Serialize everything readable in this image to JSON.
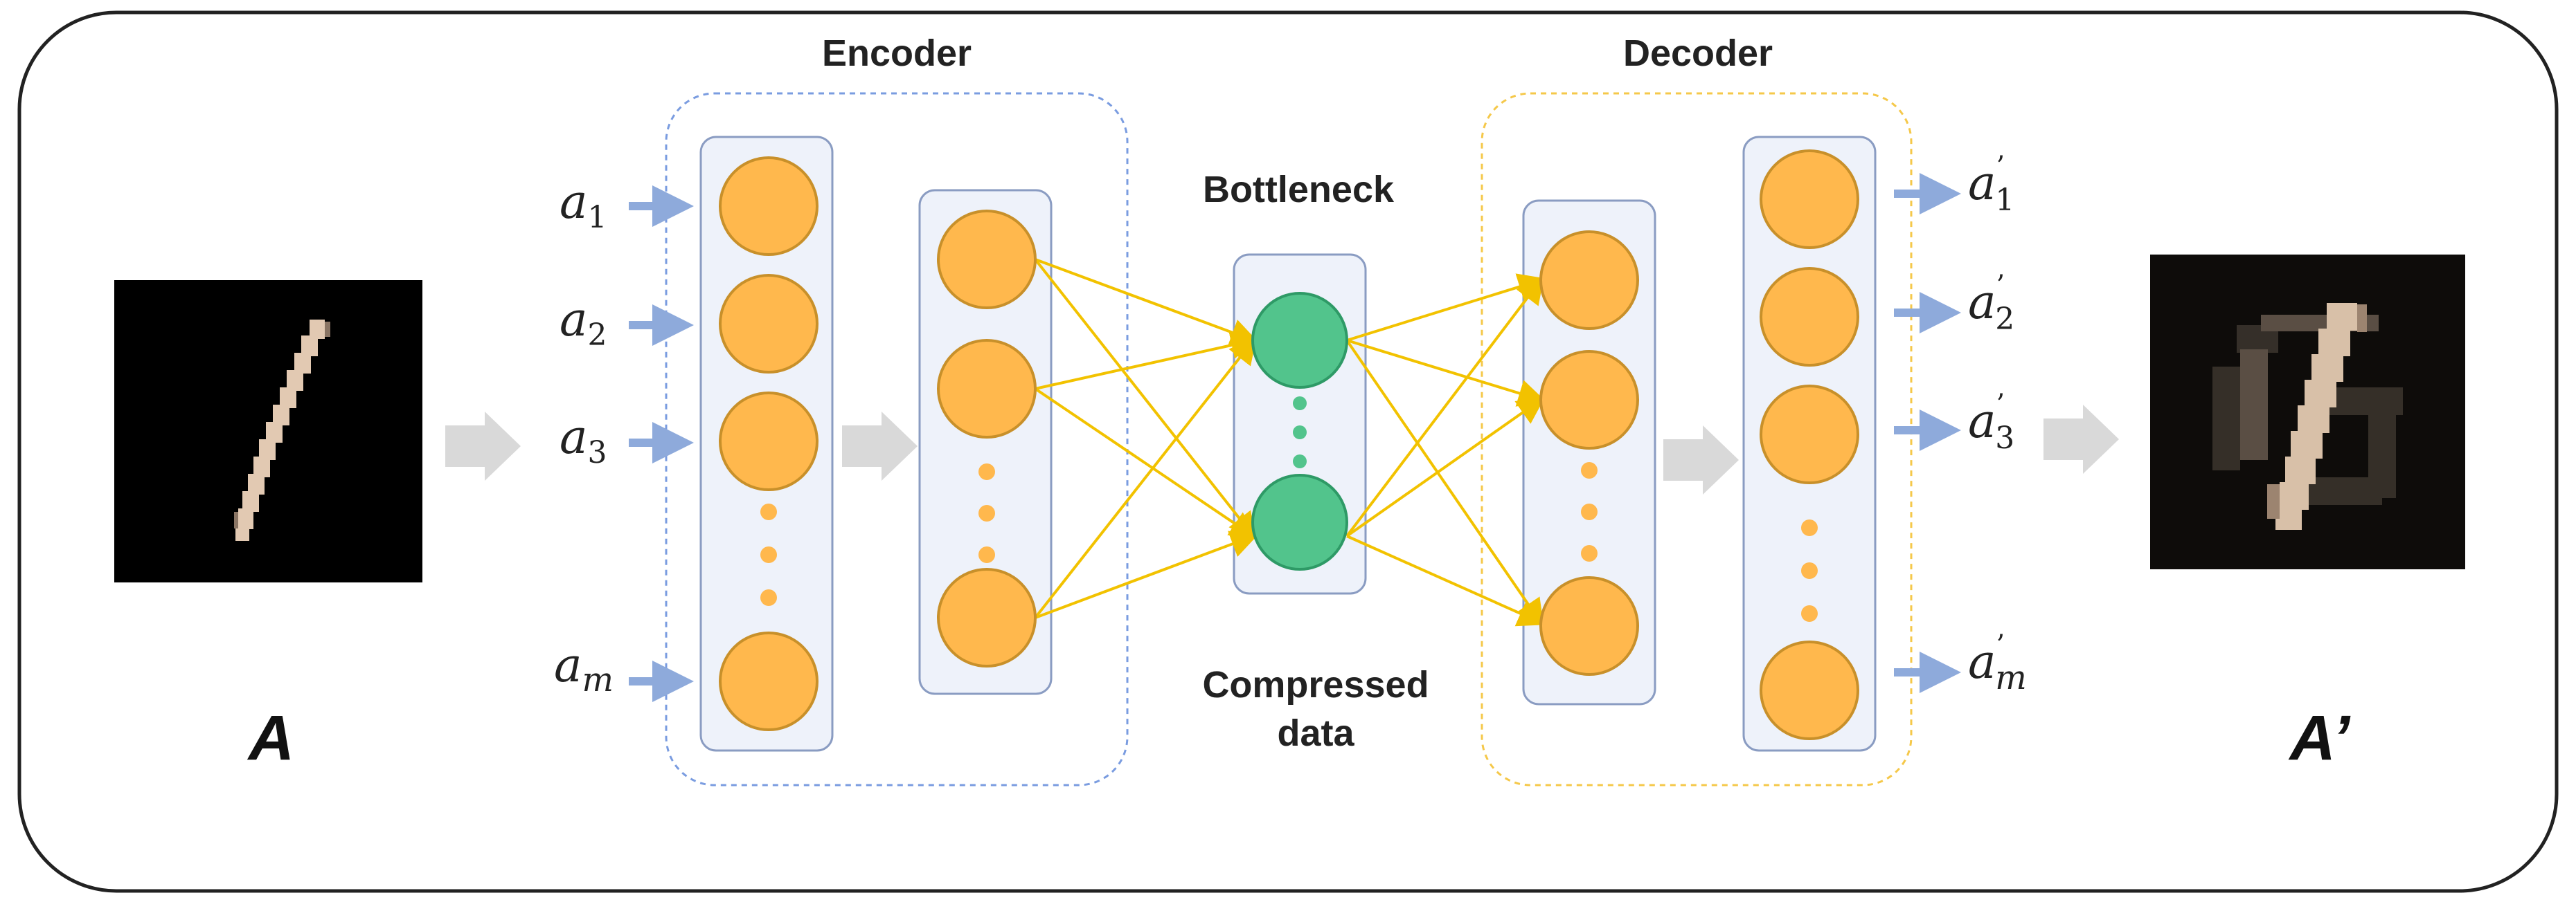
{
  "encoder_label": "Encoder",
  "decoder_label": "Decoder",
  "bottleneck_label": "Bottleneck",
  "compressed_label_line1": "Compressed",
  "compressed_label_line2": "data",
  "input_image_label": "A",
  "output_image_label": "A’",
  "input_variable": "a",
  "output_variable": "a",
  "output_prime": "’",
  "input_subscripts": [
    "1",
    "2",
    "3",
    "m"
  ],
  "output_subscripts": [
    "1",
    "2",
    "3",
    "m"
  ],
  "colors": {
    "node_fill": "#FFB84D",
    "node_stroke": "#C8902A",
    "bottleneck_fill": "#52C48C",
    "bottleneck_stroke": "#2E9A66",
    "edge": "#F2C200",
    "layer_box_fill": "#EEF2FA",
    "layer_box_stroke": "#8A9CC2",
    "encoder_border": "#7A9CE0",
    "decoder_border": "#F5C84A",
    "input_arrow": "#8EAADB",
    "flow_arrow": "#D9D9D9",
    "frame": "#222222"
  }
}
